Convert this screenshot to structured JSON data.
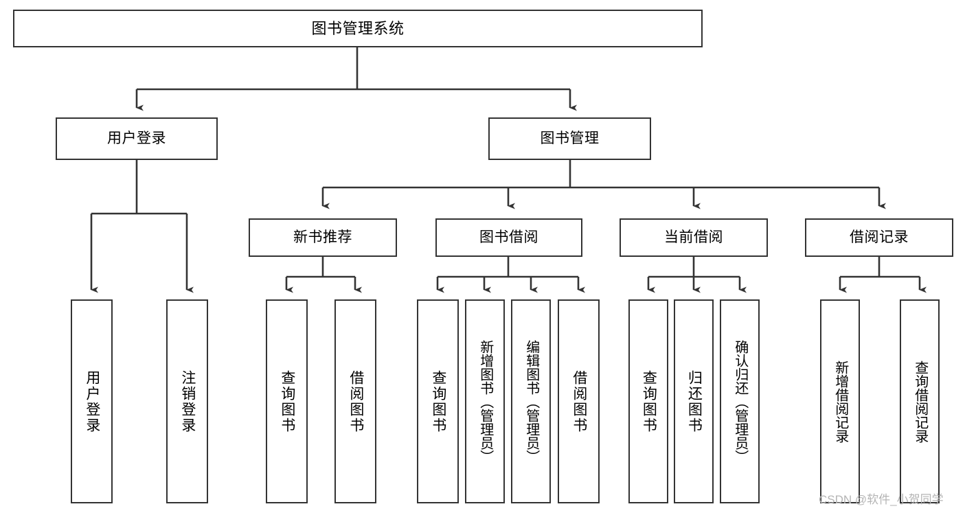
{
  "diagram": {
    "title": "图书管理系统",
    "type": "tree-hierarchy-chart",
    "watermark": "CSDN @软件_小贺同学",
    "colors": {
      "box_border": "#333333",
      "box_fill": "#ffffff",
      "edge": "#333333",
      "text": "#000000",
      "watermark": "#b4b4b4",
      "background": "#ffffff"
    },
    "nodes": {
      "root": {
        "label": "图书管理系统"
      },
      "level2": [
        {
          "id": "user-login",
          "label": "用户登录"
        },
        {
          "id": "book-management",
          "label": "图书管理"
        }
      ],
      "level3": [
        {
          "id": "new-book-recommend",
          "label": "新书推荐"
        },
        {
          "id": "book-borrow",
          "label": "图书借阅"
        },
        {
          "id": "current-borrow",
          "label": "当前借阅"
        },
        {
          "id": "borrow-record",
          "label": "借阅记录"
        }
      ],
      "leaves": {
        "user_login": [
          {
            "id": "leaf-user-login",
            "label": "用户登录"
          },
          {
            "id": "leaf-logout-login",
            "label": "注销登录"
          }
        ],
        "new_book_recommend": [
          {
            "id": "leaf-query-book-1",
            "label": "查询图书"
          },
          {
            "id": "leaf-borrow-book-1",
            "label": "借阅图书"
          }
        ],
        "book_borrow": [
          {
            "id": "leaf-query-book-2",
            "label": "查询图书"
          },
          {
            "id": "leaf-add-book",
            "label": "新增图书（管理员）"
          },
          {
            "id": "leaf-edit-book",
            "label": "编辑图书（管理员）"
          },
          {
            "id": "leaf-borrow-book-2",
            "label": "借阅图书"
          }
        ],
        "current_borrow": [
          {
            "id": "leaf-query-book-3",
            "label": "查询图书"
          },
          {
            "id": "leaf-return-book",
            "label": "归还图书"
          },
          {
            "id": "leaf-confirm-return",
            "label": "确认归还（管理员）"
          }
        ],
        "borrow_record": [
          {
            "id": "leaf-add-borrow-record",
            "label": "新增借阅记录"
          },
          {
            "id": "leaf-query-borrow-record",
            "label": "查询借阅记录"
          }
        ]
      }
    }
  }
}
